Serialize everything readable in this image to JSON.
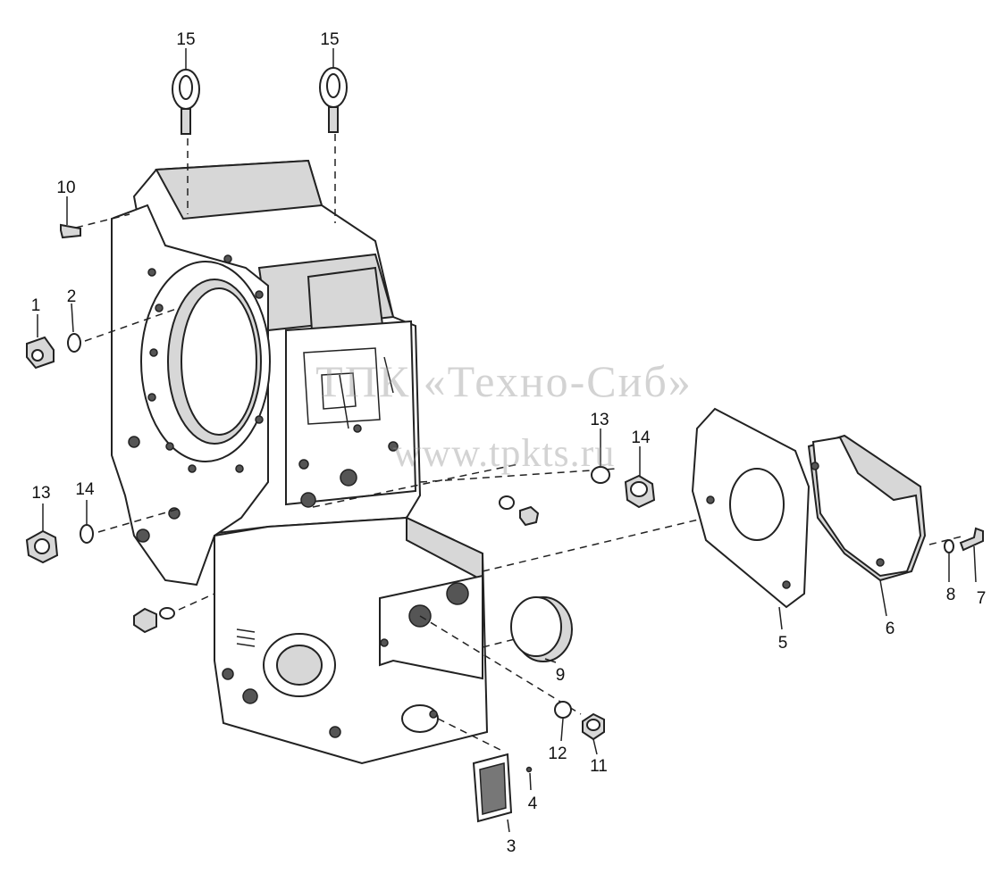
{
  "watermark": {
    "line1": "ТПК «Техно-Сиб»",
    "line2": "www.tpkts.ru"
  },
  "callouts": [
    "1",
    "2",
    "3",
    "4",
    "5",
    "6",
    "7",
    "8",
    "9",
    "10",
    "11",
    "12",
    "13",
    "13",
    "14",
    "14",
    "15",
    "15"
  ]
}
